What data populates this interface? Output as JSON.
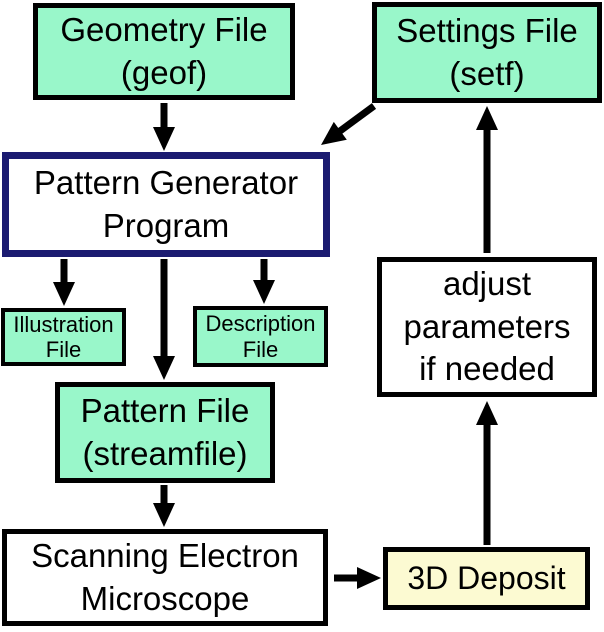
{
  "diagram": {
    "nodes": {
      "geometry_file": {
        "label": "Geometry File\n(geof)",
        "fill": "green"
      },
      "settings_file": {
        "label": "Settings File\n(setf)",
        "fill": "green"
      },
      "pattern_generator": {
        "label": "Pattern Generator\nProgram",
        "fill": "white"
      },
      "illustration_file": {
        "label": "Illustration\nFile",
        "fill": "green"
      },
      "description_file": {
        "label": "Description\nFile",
        "fill": "green"
      },
      "pattern_file": {
        "label": "Pattern File\n(streamfile)",
        "fill": "green"
      },
      "adjust_parameters": {
        "label": "adjust\nparameters\nif needed",
        "fill": "white"
      },
      "sem": {
        "label": "Scanning Electron\nMicroscope",
        "fill": "white"
      },
      "deposit_3d": {
        "label": "3D Deposit",
        "fill": "yellow"
      }
    },
    "edges": [
      {
        "from": "geometry_file",
        "to": "pattern_generator"
      },
      {
        "from": "settings_file",
        "to": "pattern_generator"
      },
      {
        "from": "pattern_generator",
        "to": "illustration_file"
      },
      {
        "from": "pattern_generator",
        "to": "pattern_file"
      },
      {
        "from": "pattern_generator",
        "to": "description_file"
      },
      {
        "from": "pattern_file",
        "to": "sem"
      },
      {
        "from": "sem",
        "to": "deposit_3d"
      },
      {
        "from": "deposit_3d",
        "to": "adjust_parameters"
      },
      {
        "from": "adjust_parameters",
        "to": "settings_file"
      }
    ]
  },
  "colors": {
    "box_green": "#99f7ca",
    "box_yellow": "#fcfad2",
    "box_white": "#ffffff",
    "border_navy": "#1b1b71",
    "border_black": "#000000",
    "arrow_black": "#000000",
    "background": "#ffffff"
  }
}
